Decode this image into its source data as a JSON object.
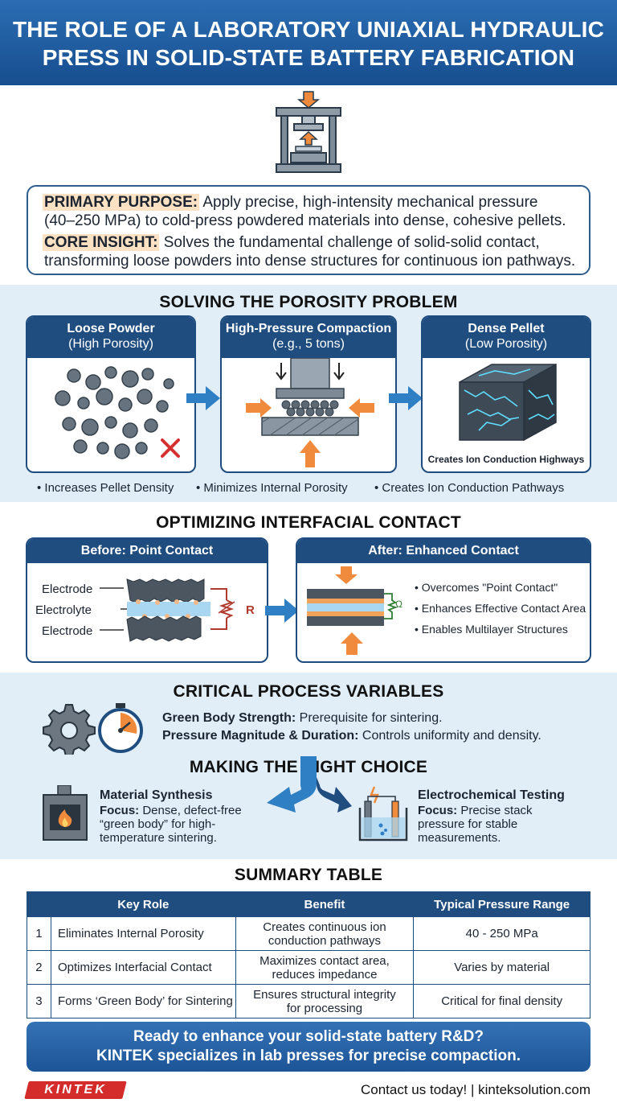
{
  "title": {
    "line1": "THE ROLE OF A LABORATORY UNIAXIAL HYDRAULIC",
    "line2": "PRESS IN SOLID-STATE BATTERY FABRICATION"
  },
  "purpose": {
    "primary_label": "PRIMARY PURPOSE:",
    "primary_text_1": "Apply precise, high-intensity mechanical pressure",
    "primary_text_2": "(40–250 MPa) to cold-press powdered materials into dense, cohesive pellets.",
    "core_label": "CORE INSIGHT:",
    "core_text_1": "Solves the fundamental challenge of solid-solid contact,",
    "core_text_2": "transforming loose powders into dense structures for continuous ion pathways."
  },
  "porosity": {
    "title": "SOLVING THE POROSITY PROBLEM",
    "panels": [
      {
        "title": "Loose Powder",
        "subtitle": "(High Porosity)"
      },
      {
        "title": "High-Pressure Compaction",
        "subtitle": "(e.g., 5 tons)"
      },
      {
        "title": "Dense Pellet",
        "subtitle": "(Low Porosity)",
        "caption": "Creates Ion Conduction Highways"
      }
    ],
    "bullets": [
      "• Increases Pellet Density",
      "• Minimizes Internal Porosity",
      "• Creates Ion Conduction Pathways"
    ]
  },
  "interfacial": {
    "title": "OPTIMIZING INTERFACIAL CONTACT",
    "before_title": "Before: Point Contact",
    "after_title": "After: Enhanced Contact",
    "layers": [
      "Electrode",
      "Electrolyte",
      "Electrode"
    ],
    "resistor_label": "R",
    "ohm_label": "Ω",
    "bullets": [
      "• Overcomes \"Point Contact\"",
      "• Enhances Effective Contact Area",
      "• Enables Multilayer Structures"
    ]
  },
  "variables": {
    "title": "CRITICAL PROCESS VARIABLES",
    "items": [
      {
        "label": "Green Body Strength:",
        "text": " Prerequisite for sintering."
      },
      {
        "label": "Pressure Magnitude & Duration:",
        "text": " Controls uniformity and density."
      }
    ]
  },
  "choice": {
    "title": "MAKING THE RIGHT CHOICE",
    "left": {
      "title": "Material Synthesis",
      "focus_label": "Focus:",
      "lines": [
        " Dense, defect-free",
        "“green body” for high-",
        "temperature sintering."
      ]
    },
    "right": {
      "title": "Electrochemical Testing",
      "focus_label": "Focus:",
      "lines": [
        " Precise stack",
        "pressure for stable",
        "measurements."
      ]
    }
  },
  "summary": {
    "title": "SUMMARY TABLE",
    "headers": [
      "",
      "Key Role",
      "Benefit",
      "Typical Pressure Range"
    ],
    "rows": [
      {
        "n": "1",
        "role": "Eliminates Internal Porosity",
        "benefit_1": "Creates continuous ion",
        "benefit_2": "conduction pathways",
        "range": "40 - 250 MPa"
      },
      {
        "n": "2",
        "role": "Optimizes Interfacial Contact",
        "benefit_1": "Maximizes contact area,",
        "benefit_2": "reduces impedance",
        "range": "Varies by material"
      },
      {
        "n": "3",
        "role": "Forms ‘Green Body’ for Sintering",
        "benefit_1": "Ensures structural integrity",
        "benefit_2": "for processing",
        "range": "Critical for final density"
      }
    ]
  },
  "cta": {
    "line1": "Ready to enhance your solid-state battery R&D?",
    "line2": "KINTEK specializes in lab presses for precise compaction."
  },
  "footer": {
    "logo": "KINTEK",
    "contact": "Contact us today! | kinteksolution.com"
  },
  "colors": {
    "navy": "#1f4d80",
    "accent_orange": "#f08a3c",
    "highlight": "#fde1c3",
    "band": "#e1eef8",
    "logo_red": "#d42b2b"
  }
}
